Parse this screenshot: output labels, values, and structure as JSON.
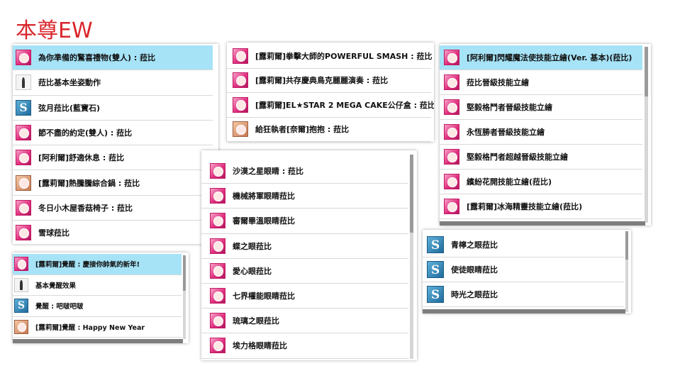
{
  "title": "本尊EW",
  "panel1": {
    "items": [
      {
        "label": "為你準備的驚喜禮物(雙人) : 菈比",
        "icon": "pink-character-icon",
        "selected": true
      },
      {
        "label": "菈比基本坐姿動作",
        "icon": "sitting-pose-icon"
      },
      {
        "label": "弦月菈比(藍寶石)",
        "icon": "s-emblem-icon"
      },
      {
        "label": "節不盡的約定(雙人) : 菈比",
        "icon": "pink-character-icon"
      },
      {
        "label": "[阿利爾]舒適休息 : 菈比",
        "icon": "pink-character-icon"
      },
      {
        "label": "[露莉爾]熱騰騰綜合鍋 : 菈比",
        "icon": "hotpot-icon"
      },
      {
        "label": "冬日小木屋香菇椅子 : 菈比",
        "icon": "mushroom-chair-icon"
      },
      {
        "label": "雪球菈比",
        "icon": "pink-character-icon"
      }
    ]
  },
  "panel2": {
    "items": [
      {
        "label": "[露莉爾]拳擊大師的POWERFUL SMASH : 菈比",
        "icon": "pink-character-icon"
      },
      {
        "label": "[露莉爾]共存慶典鳥克麗麗演奏 : 菈比",
        "icon": "ukulele-icon"
      },
      {
        "label": "[露莉爾]EL★STAR 2 MEGA CAKE公仔盒 : 菈比",
        "icon": "pink-character-icon"
      },
      {
        "label": "給狂執者[奈爾]抱抱 : 菈比",
        "icon": "hug-icon"
      }
    ]
  },
  "panel3": {
    "items": [
      {
        "label": "[阿利爾]閃耀魔法使技能立繪(Ver. 基本)(菈比)",
        "icon": "pink-character-icon",
        "selected": true
      },
      {
        "label": "菈比晉級技能立繪",
        "icon": "pink-character-icon"
      },
      {
        "label": "堅毅格鬥者晉級技能立繪",
        "icon": "pink-character-icon"
      },
      {
        "label": "永恆勝者晉級技能立繪",
        "icon": "pink-character-icon"
      },
      {
        "label": "堅毅格鬥者超越晉級技能立繪",
        "icon": "pink-character-icon"
      },
      {
        "label": "繽紛花開技能立繪(菈比)",
        "icon": "pink-character-icon"
      },
      {
        "label": "[露莉爾]冰海精靈技能立繪(菈比)",
        "icon": "pink-character-icon"
      }
    ]
  },
  "panel4": {
    "items": [
      {
        "label": "沙漠之星眼睛 : 菈比",
        "icon": "pink-face-icon"
      },
      {
        "label": "機械將軍眼睛菈比",
        "icon": "pink-face-icon"
      },
      {
        "label": "審爾畢溫眼睛菈比",
        "icon": "pink-face-icon"
      },
      {
        "label": "蝶之眼菈比",
        "icon": "pink-face-icon"
      },
      {
        "label": "愛心眼菈比",
        "icon": "pink-face-icon"
      },
      {
        "label": "七界權能眼睛菈比",
        "icon": "pink-face-icon"
      },
      {
        "label": "琉璃之眼菈比",
        "icon": "pink-face-icon"
      },
      {
        "label": "埃力格眼睛菈比",
        "icon": "pink-face-icon"
      }
    ]
  },
  "panel5": {
    "items": [
      {
        "label": "[露莉爾]覺醒 : 慶接你帥氣的新年!",
        "icon": "awaken-icon",
        "selected": true
      },
      {
        "label": "基本覺醒效果",
        "icon": "standing-figure-icon"
      },
      {
        "label": "覺醒 : 吧啵吧啵",
        "icon": "s-emblem-icon"
      },
      {
        "label": "[露莉爾]覺醒 : Happy New Year",
        "icon": "photo-icon"
      }
    ]
  },
  "panel6": {
    "items": [
      {
        "label": "青檸之眼菈比",
        "icon": "s-emblem-icon"
      },
      {
        "label": "使徒眼睛菈比",
        "icon": "s-emblem-icon"
      },
      {
        "label": "時光之眼菈比",
        "icon": "s-emblem-icon"
      }
    ]
  }
}
